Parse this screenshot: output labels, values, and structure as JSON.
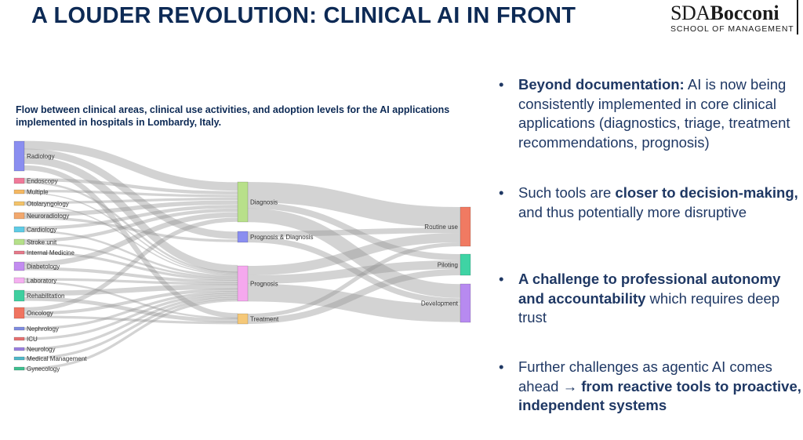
{
  "header": {
    "title": "A LOUDER REVOLUTION: CLINICAL AI IN FRONT",
    "logo_prefix": "SDA",
    "logo_name": "Bocconi",
    "logo_subtitle": "SCHOOL OF MANAGEMENT"
  },
  "diagram": {
    "caption": "Flow between clinical areas, clinical use activities, and adoption levels for the AI applications implemented in hospitals in Lombardy, Italy.",
    "sources": [
      {
        "label": "Radiology",
        "color": "#8a8ef0"
      },
      {
        "label": "Endoscopy",
        "color": "#f07a9a"
      },
      {
        "label": "Multiple",
        "color": "#f5b862"
      },
      {
        "label": "Otolaryngology",
        "color": "#f3c36a"
      },
      {
        "label": "Neuroradiology",
        "color": "#f2a86e"
      },
      {
        "label": "Cardiology",
        "color": "#5fcbe5"
      },
      {
        "label": "Stroke unit",
        "color": "#b5e08a"
      },
      {
        "label": "Internal Medicine",
        "color": "#e57a8a"
      },
      {
        "label": "Diabetology",
        "color": "#c28cf0"
      },
      {
        "label": "Laboratory",
        "color": "#f5b0f0"
      },
      {
        "label": "Rehabilitation",
        "color": "#3fcf9f"
      },
      {
        "label": "Oncology",
        "color": "#f07460"
      },
      {
        "label": "Nephrology",
        "color": "#7f8ce0"
      },
      {
        "label": "ICU",
        "color": "#e57070"
      },
      {
        "label": "Neurology",
        "color": "#9a80e0"
      },
      {
        "label": "Medical Management",
        "color": "#4fb8c8"
      },
      {
        "label": "Gynecology",
        "color": "#3fbf8f"
      }
    ],
    "activities": [
      {
        "label": "Diagnosis",
        "color": "#b8e08a"
      },
      {
        "label": "Prognosis & Diagnosis",
        "color": "#8a8ef0"
      },
      {
        "label": "Prognosis",
        "color": "#f5a8ee"
      },
      {
        "label": "Treatment",
        "color": "#f5c878"
      }
    ],
    "adoption": [
      {
        "label": "Routine use",
        "color": "#f07a62"
      },
      {
        "label": "Piloting",
        "color": "#3fd3a4"
      },
      {
        "label": "Development",
        "color": "#b78af0"
      }
    ]
  },
  "bullets": [
    {
      "bold": "Beyond documentation:",
      "text": " AI is now being consistently implemented in core clinical applications (diagnostics, triage, treatment recommendations, prognosis)"
    },
    {
      "text": "Such tools are ",
      "bold": "closer to decision-making,",
      "text2": " and thus potentially more disruptive"
    },
    {
      "bold": "A challenge to professional autonomy and accountability",
      "text": " which requires deep trust"
    },
    {
      "text": "Further challenges as agentic AI comes ahead ",
      "arrow": "→",
      "bold": " from reactive tools to proactive, independent systems"
    }
  ]
}
